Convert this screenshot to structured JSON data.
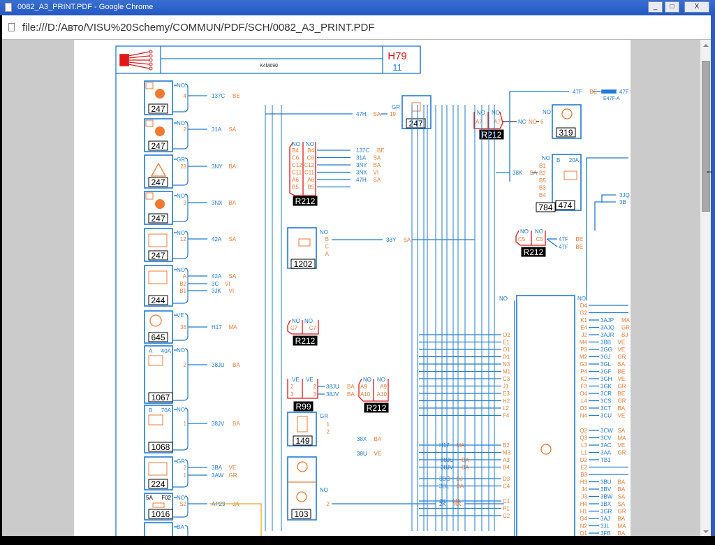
{
  "window": {
    "title": "0082_A3_PRINT.PDF - Google Chrome",
    "buttons": {
      "minimize": "_",
      "maximize": "□",
      "close": "X"
    }
  },
  "address_bar": {
    "url": "file:///D:/Авто/VISU%20Schemy/COMMUN/PDF/SCH/0082_A3_PRINT.PDF"
  },
  "schematic": {
    "header": {
      "model_code": "K4M690",
      "sheet_id": "H79",
      "sheet_number": "11"
    },
    "colors": {
      "wire": "#1e7bd6",
      "label_orange": "#f07a30",
      "connector_red": "#e01818",
      "fuse_wire": "#f5a020",
      "black": "#000000"
    },
    "left_components": [
      {
        "id": "247",
        "pin_header": "NO",
        "pins": [
          "4"
        ],
        "wires": [
          {
            "code": "137C",
            "color": "BE"
          }
        ],
        "icon": "light-icon"
      },
      {
        "id": "247",
        "pin_header": "NO",
        "pins": [
          "2"
        ],
        "wires": [
          {
            "code": "31A",
            "color": "SA"
          }
        ],
        "icon": "temp-light-icon"
      },
      {
        "id": "247",
        "pin_header": "GR",
        "pins": [
          "23"
        ],
        "wires": [
          {
            "code": "3NY",
            "color": "BA"
          }
        ],
        "icon": "warning-icon"
      },
      {
        "id": "247",
        "pin_header": "NO",
        "pins": [
          "3"
        ],
        "wires": [
          {
            "code": "3NX",
            "color": "BA"
          }
        ],
        "icon": "heater-light-icon"
      },
      {
        "id": "247",
        "pin_header": "NO",
        "pins": [
          "12"
        ],
        "wires": [
          {
            "code": "42A",
            "color": "SA"
          }
        ],
        "icon": "gauge-icon"
      },
      {
        "id": "244",
        "pin_header": "NO",
        "pins": [
          "A",
          "B2",
          "B1"
        ],
        "wires": [
          {
            "code": "42A",
            "color": "SA"
          },
          {
            "code": "3C",
            "color": "VI"
          },
          {
            "code": "3JK",
            "color": "VI"
          }
        ],
        "icon": "sensor-icon"
      },
      {
        "id": "645",
        "pin_header": "VE",
        "pins": [
          "36"
        ],
        "wires": [
          {
            "code": "H17",
            "color": "MA"
          }
        ],
        "icon": "transistor-icon"
      },
      {
        "id": "1067",
        "pin_header": "NO",
        "rating": "40A",
        "label": "A",
        "pins": [
          "2"
        ],
        "wires": [
          {
            "code": "38JU",
            "color": "BA"
          }
        ],
        "icon": "relay-icon"
      },
      {
        "id": "1068",
        "pin_header": "NO",
        "rating": "70A",
        "label": "B",
        "pins": [
          "1"
        ],
        "wires": [
          {
            "code": "38JV",
            "color": "BA"
          }
        ],
        "icon": "relay-icon"
      },
      {
        "id": "224",
        "pin_header": "GR",
        "pins": [
          "2",
          "1"
        ],
        "wires": [
          {
            "code": "3BA",
            "color": "VE"
          },
          {
            "code": "3AW",
            "color": "GR"
          }
        ],
        "icon": "pressure-switch-icon"
      },
      {
        "id": "1016",
        "pin_header": "NO",
        "rating": "5A",
        "label": "F02",
        "pins": [
          "S2"
        ],
        "wires": [
          {
            "code": "AP29",
            "color": "JA"
          }
        ],
        "icon": "fuse-icon"
      },
      {
        "id": "",
        "pin_header": "BA",
        "pins": [],
        "wires": [],
        "icon": "partial-component-icon"
      }
    ],
    "connectors": [
      {
        "id": "R212",
        "left_header": "NO",
        "right_header": "NO",
        "pins": [
          "B4",
          "C6",
          "C12",
          "C11",
          "A6",
          "B5"
        ],
        "out_wires": [
          {
            "code": "137C",
            "color": "BE"
          },
          {
            "code": "31A",
            "color": "SA"
          },
          {
            "code": "3NY",
            "color": "BA"
          },
          {
            "code": "3NX",
            "color": "VI"
          },
          {
            "code": "47H",
            "color": "SA"
          },
          {
            "code": "",
            "color": ""
          }
        ]
      },
      {
        "id": "R212",
        "left_header": "NO",
        "right_header": "NO",
        "pins": [
          "C7"
        ]
      },
      {
        "id": "R99",
        "left_header": "VE",
        "right_header": "VE",
        "pins": [
          "2",
          "3"
        ],
        "out_wires": [
          {
            "code": "38JU",
            "color": "BA"
          },
          {
            "code": "38JV",
            "color": "BA"
          }
        ]
      },
      {
        "id": "R212",
        "left_header": "NO",
        "right_header": "NO",
        "pins": [
          "A9",
          "A10"
        ]
      },
      {
        "id": "R212",
        "left_header": "NO",
        "right_header": "NO",
        "pins": [
          "A7"
        ],
        "out_wire": {
          "code": "NC",
          "color": "NO"
        }
      },
      {
        "id": "R212",
        "left_header": "NO",
        "right_header": "NO",
        "pins": [
          "C5"
        ],
        "out_wires": [
          {
            "code": "47F",
            "color": "BE"
          },
          {
            "code": "47F",
            "color": "BE"
          }
        ]
      }
    ],
    "center_components": [
      {
        "id": "247",
        "pin_header": "GR",
        "pins": [
          "19"
        ],
        "in_wire": {
          "code": "47H",
          "color": "SA"
        },
        "icon": "gauge-icon"
      },
      {
        "id": "1202",
        "pin_header": "NO",
        "pins": [
          "B",
          "C",
          "A"
        ],
        "out_wire": {
          "code": "38Y",
          "color": "SA"
        },
        "icon": "pressure-sensor-icon"
      },
      {
        "id": "149",
        "pin_header": "GR",
        "pins": [
          "1",
          "2"
        ],
        "wires": [
          {
            "code": "38X",
            "color": "BA"
          },
          {
            "code": "38U",
            "color": "VE"
          }
        ],
        "icon": "coil-icon"
      },
      {
        "id": "103",
        "pin_header": "NO",
        "pins": [
          "2"
        ],
        "wires": [
          {
            "code": "2K",
            "color": "MA"
          }
        ],
        "icon": "alternator-icon"
      }
    ],
    "right_components": [
      {
        "id": "319",
        "pin_header": "NO",
        "pins": [
          "6"
        ],
        "icon": "transistor-icon"
      },
      {
        "id": "474",
        "sub_id": "784",
        "pin_header": "NO",
        "label": "B",
        "rating": "20A",
        "pins": [
          "B1",
          "B2",
          "B5",
          "B3",
          "B4"
        ],
        "in_wire": {
          "code": "38K",
          "color": "SA"
        },
        "icon": "relay-icon"
      }
    ],
    "top_wire": {
      "code": "47F",
      "color": "BE",
      "terminal": "47F",
      "terminal_label": "E47F-A"
    },
    "edge_wires": [
      "3JQ",
      "3B"
    ],
    "ecu": {
      "left_header": "NO",
      "right_header": "NO",
      "left_pins": [
        "O2",
        "E1",
        "O1",
        "D1",
        "N3",
        "M1",
        "C3",
        "J1",
        "E3",
        "H2",
        "L2",
        "F4",
        "B2",
        "M3",
        "A3",
        "B4",
        "D3",
        "C4",
        "C1",
        "P1",
        "C2"
      ],
      "left_wires": [
        {
          "pin": "B2",
          "code": "H17",
          "color": "MA"
        },
        {
          "pin": "A3",
          "code": "38JU",
          "color": "BA"
        },
        {
          "pin": "B4",
          "code": "38JV",
          "color": "BA"
        },
        {
          "pin": "D3",
          "code": "3BG",
          "color": "BJ"
        },
        {
          "pin": "C4",
          "code": "3BL",
          "color": "BA"
        },
        {
          "pin": "C1",
          "code": "2K",
          "color": "MA"
        }
      ],
      "right_pins": [
        {
          "pin": "D4",
          "code": "",
          "color": ""
        },
        {
          "pin": "G2",
          "code": "",
          "color": ""
        },
        {
          "pin": "K1",
          "code": "3AJP",
          "color": "MA"
        },
        {
          "pin": "E4",
          "code": "3AJQ",
          "color": "GR"
        },
        {
          "pin": "J2",
          "code": "3AJR",
          "color": "BJ"
        },
        {
          "pin": "M4",
          "code": "3BB",
          "color": "VE"
        },
        {
          "pin": "P3",
          "code": "3GG",
          "color": "VE"
        },
        {
          "pin": "M2",
          "code": "3GJ",
          "color": "GR"
        },
        {
          "pin": "G3",
          "code": "3GL",
          "color": "SA"
        },
        {
          "pin": "P4",
          "code": "3GF",
          "color": "BE"
        },
        {
          "pin": "K2",
          "code": "3GH",
          "color": "VE"
        },
        {
          "pin": "F3",
          "code": "3GK",
          "color": "GR"
        },
        {
          "pin": "O4",
          "code": "3CR",
          "color": "BE"
        },
        {
          "pin": "L4",
          "code": "3CS",
          "color": "GR"
        },
        {
          "pin": "O3",
          "code": "3CT",
          "color": "BA"
        },
        {
          "pin": "N4",
          "code": "3CU",
          "color": "VE"
        },
        {
          "pin": "Q2",
          "code": "3CW",
          "color": "SA"
        },
        {
          "pin": "Q3",
          "code": "3CV",
          "color": "MA"
        },
        {
          "pin": "L3",
          "code": "3AC",
          "color": "VE"
        },
        {
          "pin": "L1",
          "code": "3AA",
          "color": "GR"
        },
        {
          "pin": "D2",
          "code": "TB1",
          "color": ""
        },
        {
          "pin": "E2",
          "code": "",
          "color": ""
        },
        {
          "pin": "B3",
          "code": "",
          "color": ""
        },
        {
          "pin": "H3",
          "code": "3BU",
          "color": "BA"
        },
        {
          "pin": "J4",
          "code": "3BV",
          "color": "BA"
        },
        {
          "pin": "J3",
          "code": "3BW",
          "color": "SA"
        },
        {
          "pin": "H4",
          "code": "3BX",
          "color": "SA"
        },
        {
          "pin": "H1",
          "code": "3GR",
          "color": "GR"
        },
        {
          "pin": "G4",
          "code": "3AJ",
          "color": "BA"
        },
        {
          "pin": "N2",
          "code": "3JL",
          "color": "MA"
        },
        {
          "pin": "Q1",
          "code": "3FB",
          "color": "BA"
        }
      ],
      "icon": "transistor-icon"
    }
  }
}
